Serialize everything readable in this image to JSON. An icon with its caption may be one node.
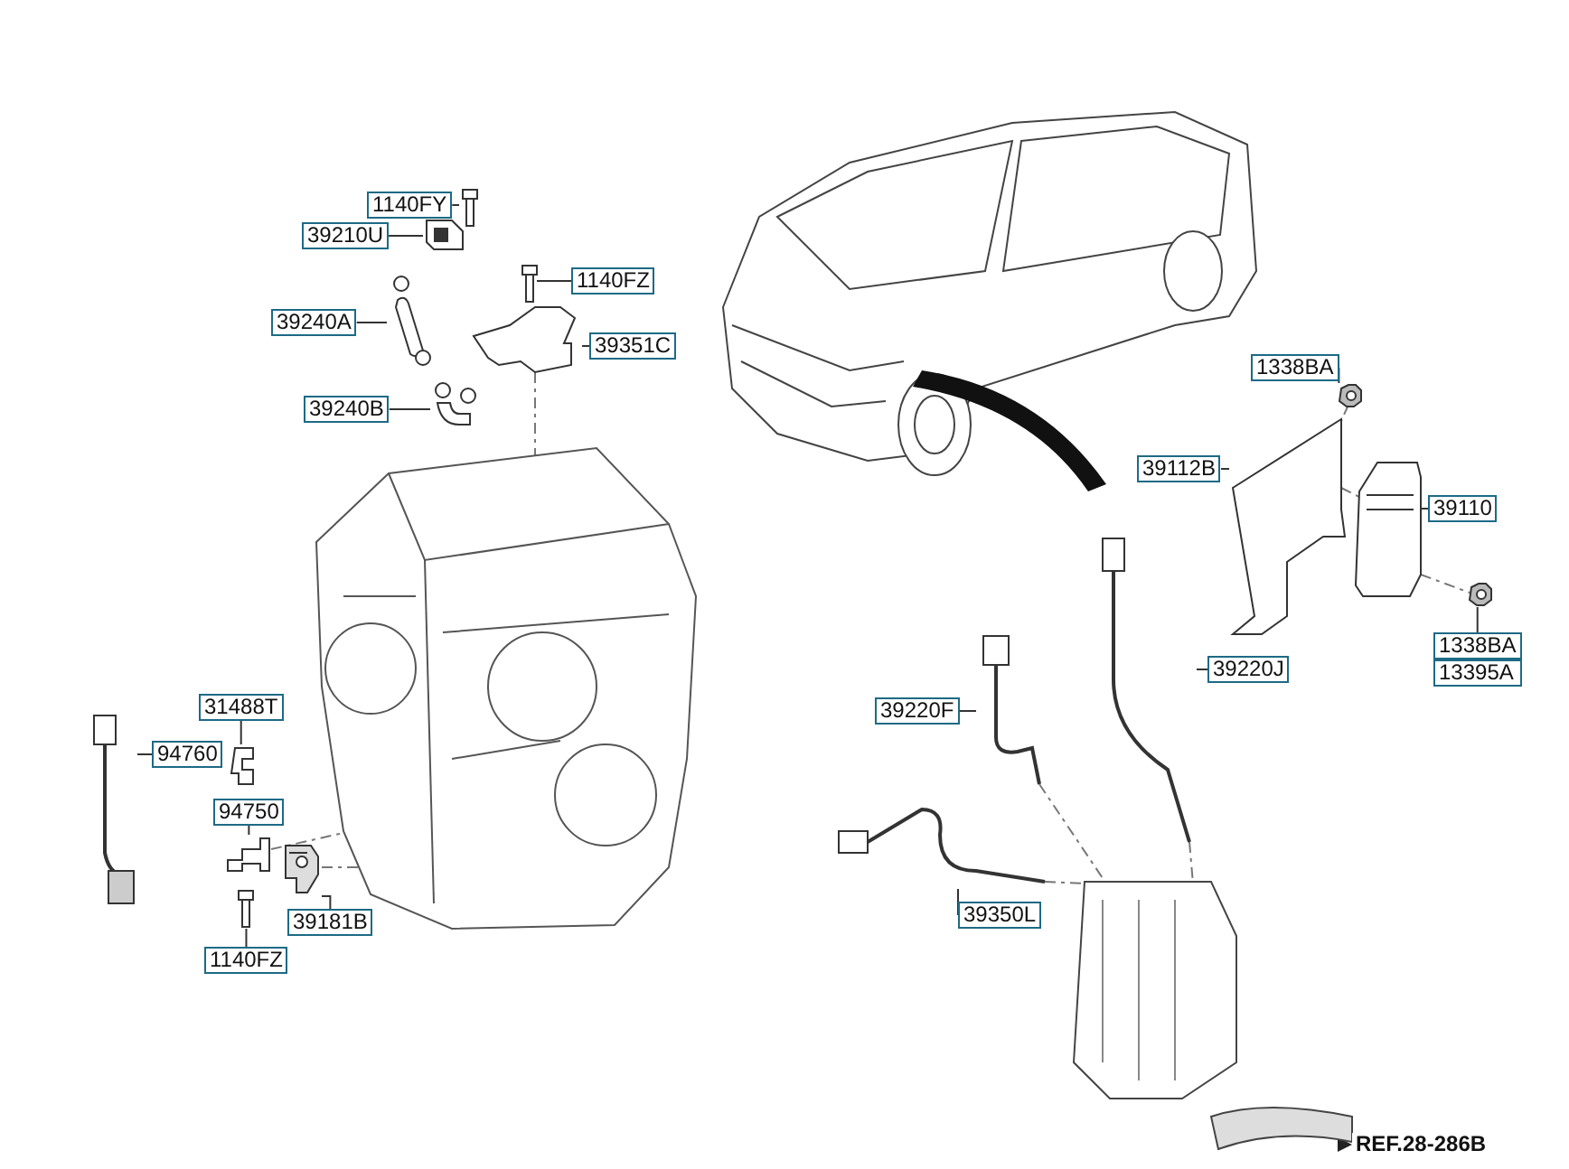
{
  "diagram": {
    "nodes": [
      {
        "text": [
          "1140FY"
        ]
      },
      {
        "text": [],
        "shape": "picture"
      },
      {
        "text": [
          "39210U"
        ]
      },
      {
        "text": [],
        "shape": "picture"
      },
      {
        "text": [
          "1140FZ"
        ]
      },
      {
        "text": [],
        "shape": "picture"
      },
      {
        "text": [
          "39240A"
        ]
      },
      {
        "text": [],
        "shape": "picture"
      },
      {
        "text": [
          "39351C"
        ]
      },
      {
        "text": [],
        "shape": "picture"
      },
      {
        "text": [
          "39240B"
        ]
      },
      {
        "text": [],
        "shape": "picture"
      },
      {
        "text": [
          "31488T"
        ]
      },
      {
        "text": [],
        "shape": "picture"
      },
      {
        "text": [
          "94760"
        ]
      },
      {
        "text": [],
        "shape": "picture"
      },
      {
        "text": [
          "94750"
        ]
      },
      {
        "text": [],
        "shape": "picture"
      },
      {
        "text": [
          "39181B"
        ]
      },
      {
        "text": [],
        "shape": "picture"
      },
      {
        "text": [
          "1140FZ"
        ]
      },
      {
        "text": [],
        "shape": "picture"
      },
      {
        "text": [
          "1338BA"
        ]
      },
      {
        "text": [],
        "shape": "picture"
      },
      {
        "text": [
          "39112B"
        ]
      },
      {
        "text": [],
        "shape": "picture"
      },
      {
        "text": [
          "39110"
        ]
      },
      {
        "text": [],
        "shape": "picture"
      },
      {
        "text": [
          "1338BA",
          "13395A"
        ]
      },
      {
        "text": [],
        "shape": "picture"
      },
      {
        "text": [
          "39220J"
        ]
      },
      {
        "text": [],
        "shape": "picture"
      },
      {
        "text": [
          "39220F"
        ]
      },
      {
        "text": [],
        "shape": "picture"
      },
      {
        "text": [
          "39350L"
        ]
      },
      {
        "text": [],
        "shape": "picture"
      },
      {
        "text": [],
        "shape": "picture"
      },
      {
        "text": [
          "REF.28-286B"
        ]
      },
      {
        "text": [],
        "shape": "picture"
      }
    ],
    "edges": [
      {
        "from": 0,
        "to": 1,
        "arrow": "none"
      },
      {
        "from": 2,
        "to": 3,
        "arrow": "none"
      },
      {
        "from": 4,
        "to": 5,
        "arrow": "none"
      },
      {
        "from": 6,
        "to": 7,
        "arrow": "none"
      },
      {
        "from": 8,
        "to": 9,
        "arrow": "none"
      },
      {
        "from": 10,
        "to": 11,
        "arrow": "none"
      },
      {
        "from": 12,
        "to": 13,
        "arrow": "none"
      },
      {
        "from": 14,
        "to": 15,
        "arrow": "none"
      },
      {
        "from": 16,
        "to": 17,
        "arrow": "none"
      },
      {
        "from": 18,
        "to": 19,
        "arrow": "none"
      },
      {
        "from": 20,
        "to": 21,
        "arrow": "none"
      },
      {
        "from": 22,
        "to": 23,
        "arrow": "none"
      },
      {
        "from": 24,
        "to": 25,
        "arrow": "none"
      },
      {
        "from": 26,
        "to": 27,
        "arrow": "none"
      },
      {
        "from": 28,
        "to": 29,
        "arrow": "none"
      },
      {
        "from": 30,
        "to": 31,
        "arrow": "none"
      },
      {
        "from": 32,
        "to": 33,
        "arrow": "none"
      },
      {
        "from": 34,
        "to": 35,
        "arrow": "none"
      },
      {
        "from": 36,
        "to": 37,
        "arrow": "to"
      },
      {
        "from": 9,
        "to": 38,
        "arrow": "none",
        "style": "dashed"
      },
      {
        "from": 17,
        "to": 38,
        "arrow": "none",
        "style": "dashed"
      },
      {
        "from": 19,
        "to": 38,
        "arrow": "none",
        "style": "dashed"
      },
      {
        "from": 23,
        "to": 25,
        "arrow": "none",
        "style": "dashed"
      },
      {
        "from": 25,
        "to": 27,
        "arrow": "none",
        "style": "dashed"
      },
      {
        "from": 27,
        "to": 29,
        "arrow": "none",
        "style": "dashed"
      },
      {
        "from": 31,
        "to": 36,
        "arrow": "none",
        "style": "dashed"
      },
      {
        "from": 33,
        "to": 36,
        "arrow": "none",
        "style": "dashed"
      },
      {
        "from": 35,
        "to": 36,
        "arrow": "none",
        "style": "dashed"
      }
    ]
  }
}
